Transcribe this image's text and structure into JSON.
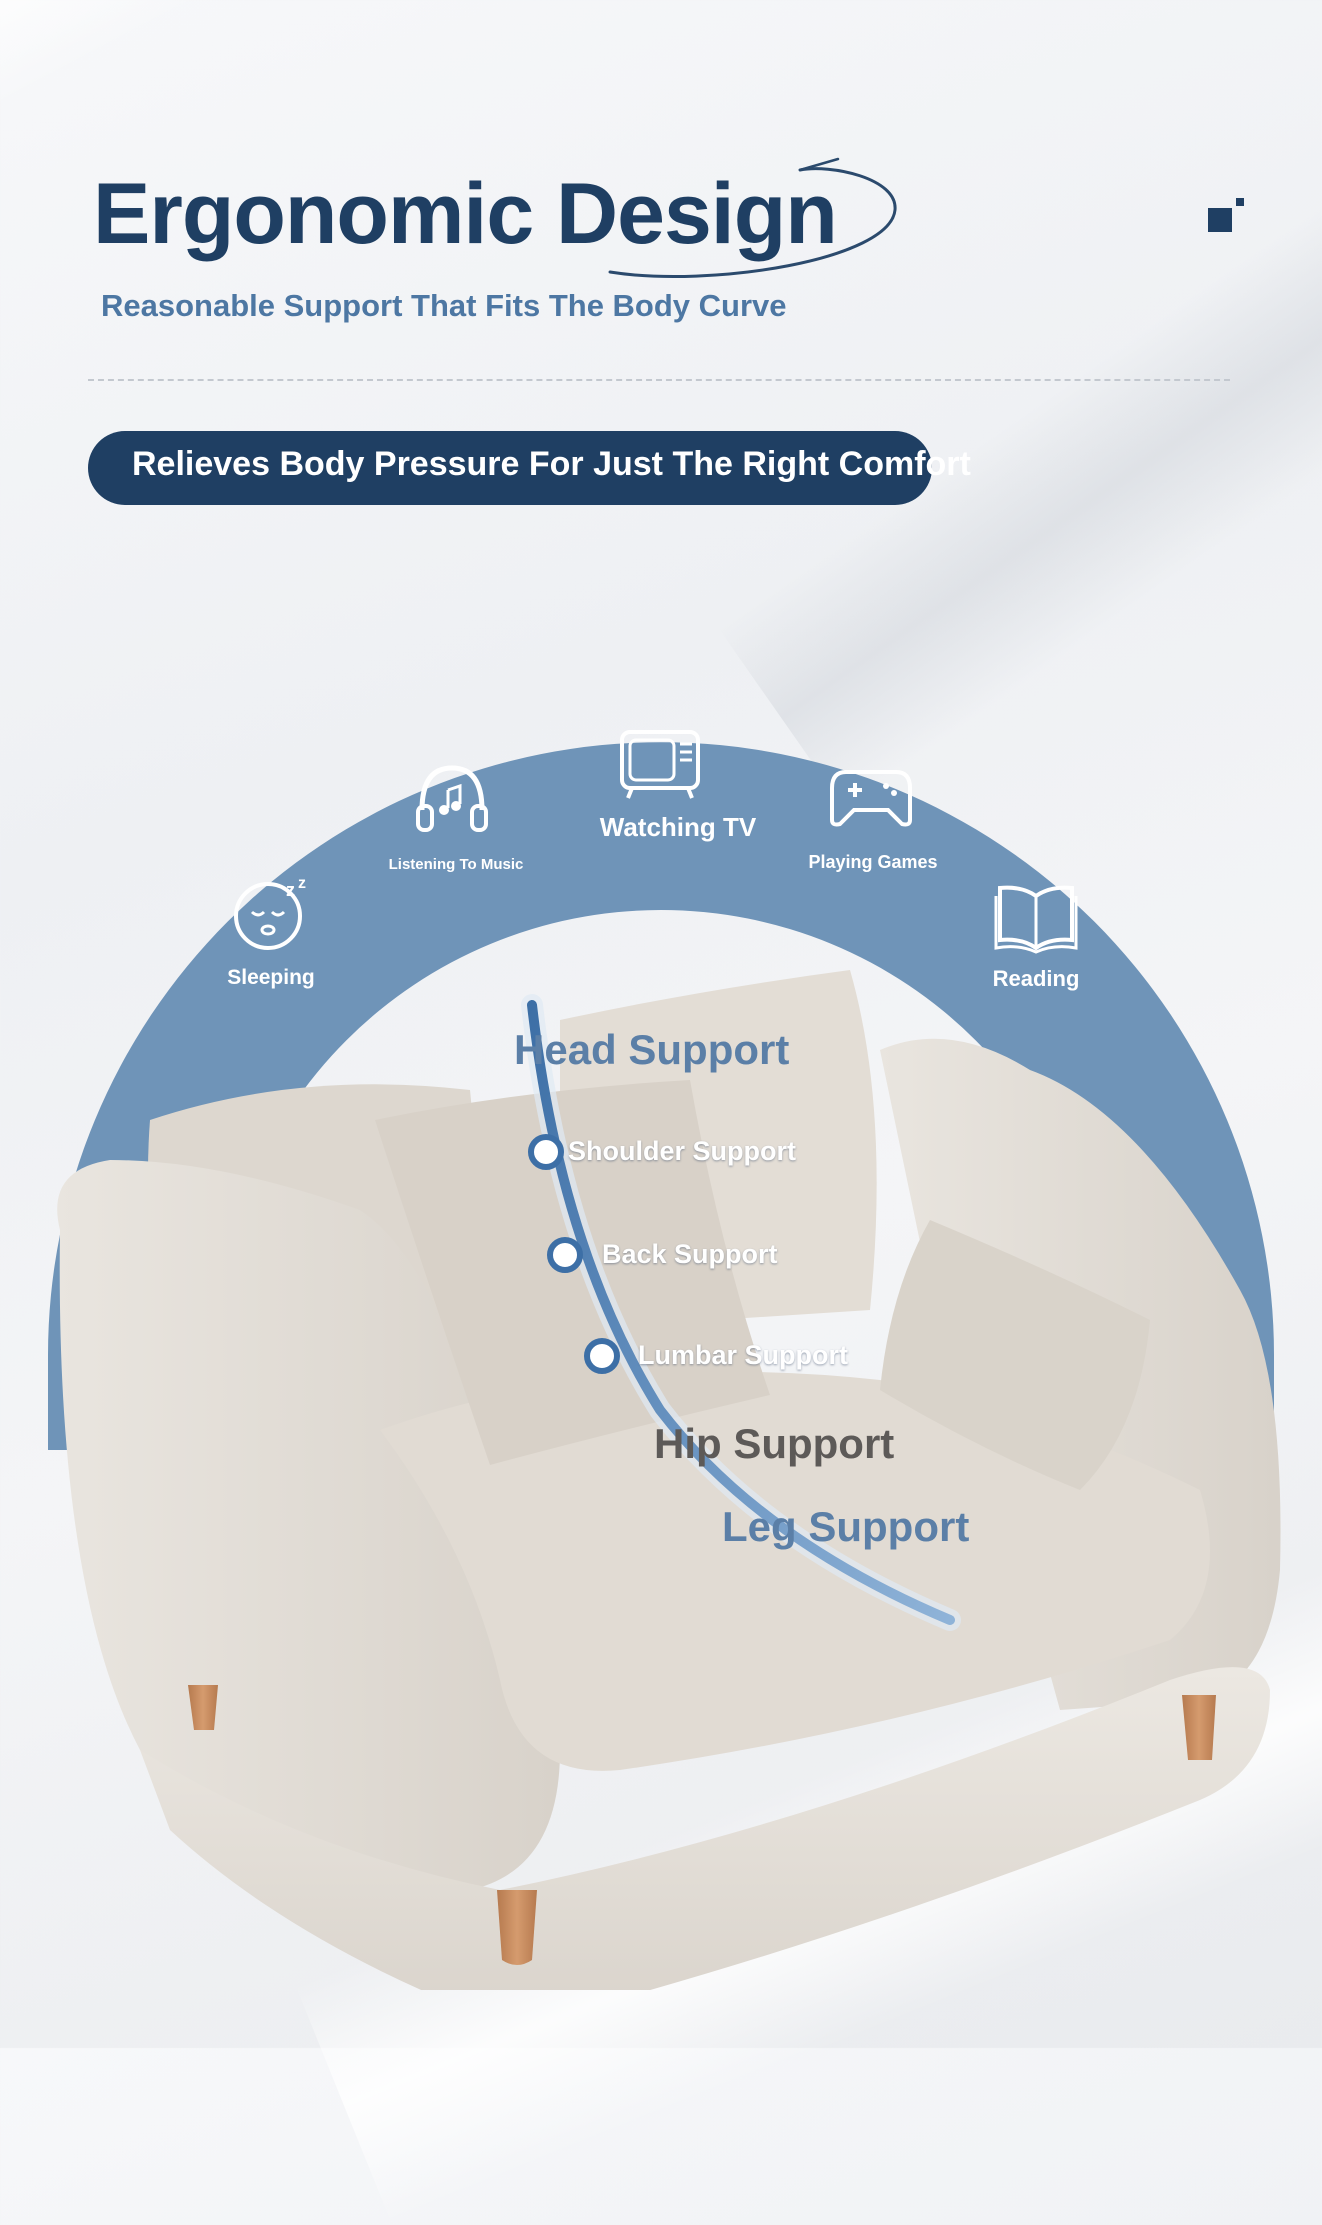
{
  "header": {
    "title": "Ergonomic Design",
    "subtitle": "Reasonable Support That Fits The Body Curve"
  },
  "banner": {
    "text": "Relieves Body Pressure For Just The Right Comfort"
  },
  "activities": [
    {
      "label": "Sleeping",
      "icon": "sleeping-face-icon"
    },
    {
      "label": "Listening To Music",
      "icon": "headphones-icon"
    },
    {
      "label": "Watching TV",
      "icon": "tv-icon"
    },
    {
      "label": "Playing Games",
      "icon": "gamepad-icon"
    },
    {
      "label": "Reading",
      "icon": "book-icon"
    }
  ],
  "supports": [
    {
      "label": "Head Support"
    },
    {
      "label": "Shoulder Support"
    },
    {
      "label": "Back Support"
    },
    {
      "label": "Lumbar Support"
    },
    {
      "label": "Hip Support"
    },
    {
      "label": "Leg Support"
    }
  ],
  "colors": {
    "navy": "#1f3f63",
    "accent_blue": "#4d77a3",
    "arch_blue": "#6f94b8",
    "sofa": "#e6e1da",
    "legs": "#c98c5f"
  }
}
